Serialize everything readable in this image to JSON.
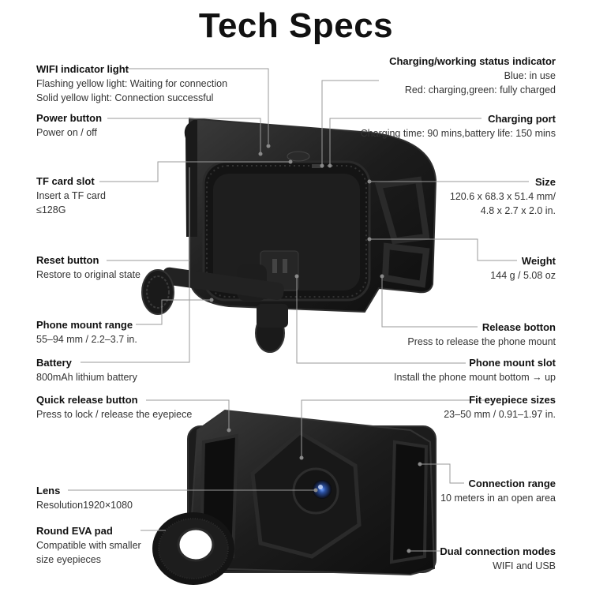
{
  "title": "Tech Specs",
  "left": [
    {
      "heading": "WIFI indicator light",
      "lines": [
        "Flashing yellow light: Waiting for connection",
        "Solid yellow light: Connection successful"
      ]
    },
    {
      "heading": "Power button",
      "lines": [
        "Power on / off"
      ]
    },
    {
      "heading": "TF card slot",
      "lines": [
        "Insert a TF card",
        "≤128G"
      ]
    },
    {
      "heading": "Reset button",
      "lines": [
        "Restore to original state"
      ]
    },
    {
      "heading": "Phone mount range",
      "lines": [
        "55–94 mm / 2.2–3.7 in."
      ]
    },
    {
      "heading": "Battery",
      "lines": [
        "800mAh lithium battery"
      ]
    },
    {
      "heading": "Quick release button",
      "lines": [
        "Press to lock / release the eyepiece"
      ]
    },
    {
      "heading": "Lens",
      "lines": [
        "Resolution1920×1080"
      ]
    },
    {
      "heading": "Round EVA pad",
      "lines": [
        "Compatible with smaller",
        "size eyepieces"
      ]
    }
  ],
  "right": [
    {
      "heading": "Charging/working status indicator",
      "lines": [
        "Blue: in use",
        "Red: charging,green: fully charged"
      ]
    },
    {
      "heading": "Charging port",
      "lines": [
        "Charging time: 90 mins,battery life: 150 mins"
      ]
    },
    {
      "heading": "Size",
      "lines": [
        "120.6 x 68.3 x 51.4 mm/",
        "4.8 x 2.7 x 2.0 in."
      ]
    },
    {
      "heading": "Weight",
      "lines": [
        "144 g / 5.08 oz"
      ]
    },
    {
      "heading": "Release botton",
      "lines": [
        "Press to release the phone mount"
      ]
    },
    {
      "heading": "Phone mount slot",
      "lines": [
        "Install the phone mount bottom → up"
      ]
    },
    {
      "heading": "Fit eyepiece sizes",
      "lines": [
        "23–50 mm / 0.91–1.97 in."
      ]
    },
    {
      "heading": "Connection range",
      "lines": [
        "10 meters in an open area"
      ]
    },
    {
      "heading": "Dual connection modes",
      "lines": [
        "WIFI and USB"
      ]
    }
  ],
  "colors": {
    "device_body": "#1b1b1b",
    "device_edge": "#2e2e2e",
    "lens_blue": "#2a4fa0",
    "leader_line": "#9a9a9a"
  }
}
